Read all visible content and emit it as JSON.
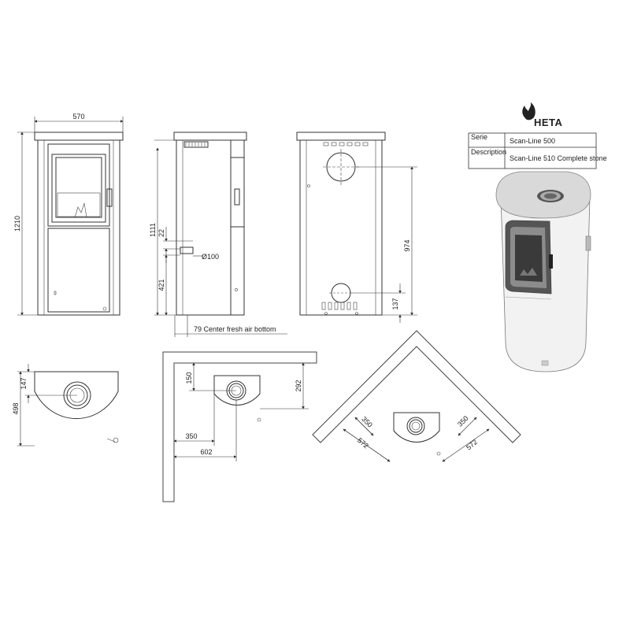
{
  "brand": {
    "name": "HETA"
  },
  "title_block": {
    "serie_label": "Serie",
    "serie_value": "Scan-Line 500",
    "description_label": "Description",
    "description_value": "Scan-Line 510 Complete stone"
  },
  "front_view": {
    "width": "570",
    "height": "1210"
  },
  "side_view": {
    "height": "1111",
    "offset": "22",
    "pipe_diameter": "Ø100",
    "inlet_height": "421",
    "fresh_air_note": "79 Center fresh air bottom"
  },
  "back_view": {
    "outlet_height": "974",
    "inlet_height": "137"
  },
  "top_view": {
    "depth": "498",
    "offset": "147"
  },
  "wall_installation": {
    "dim_150": "150",
    "dim_292": "292",
    "dim_350": "350",
    "dim_602": "602"
  },
  "corner_installation": {
    "dim_350_left": "350",
    "dim_350_right": "350",
    "dim_572_left": "572",
    "dim_572_right": "572"
  }
}
